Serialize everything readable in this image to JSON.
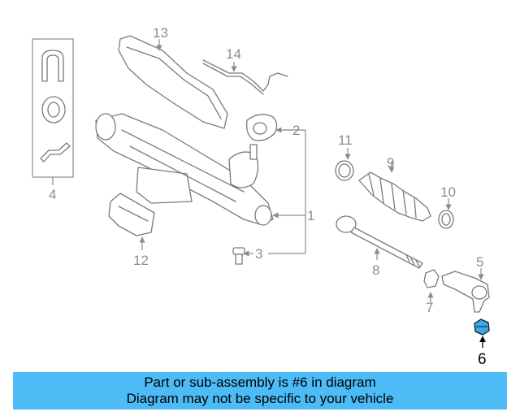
{
  "diagram": {
    "callouts": [
      "1",
      "2",
      "3",
      "4",
      "5",
      "6",
      "7",
      "8",
      "9",
      "10",
      "11",
      "12",
      "13",
      "14"
    ],
    "highlighted_part": "6",
    "highlight_color": "#3aa9f0",
    "line_color": "#7a7a7a"
  },
  "banner": {
    "line1": "Part or sub-assembly is #6 in diagram",
    "line2": "Diagram may not be specific to your vehicle",
    "background": "#4dbbf5"
  }
}
